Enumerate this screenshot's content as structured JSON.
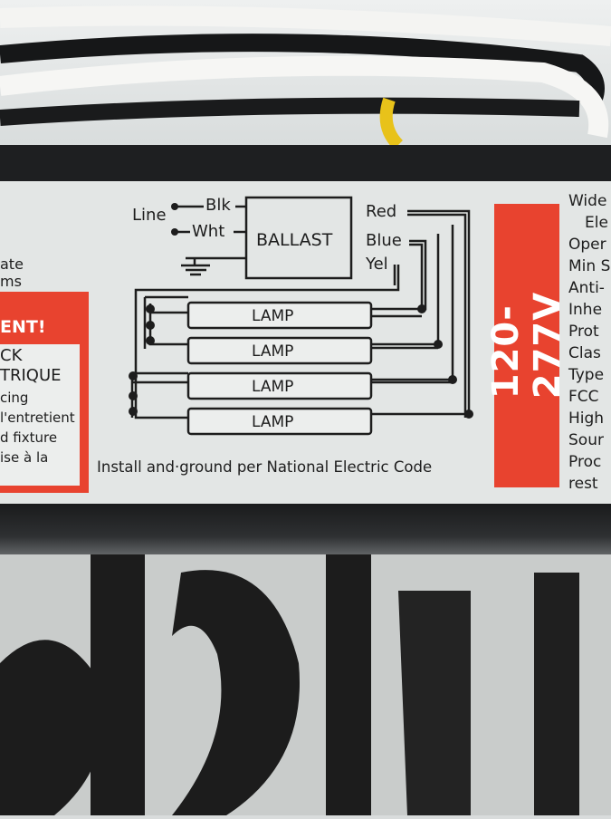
{
  "diagram": {
    "line": "Line",
    "blk": "Blk",
    "wht": "Wht",
    "ballast": "BALLAST",
    "red": "Red",
    "blue": "Blue",
    "yel": "Yel",
    "lamps": [
      "LAMP",
      "LAMP",
      "LAMP",
      "LAMP"
    ],
    "footer": "Install and·ground per National Electric Code"
  },
  "voltage": "120-277V",
  "left_text": {
    "line1": "ate",
    "line2": "ms",
    "warn_title": "ENT!",
    "warn_lines": [
      "CK",
      "TRIQUE",
      "cing",
      "l'entretient",
      "d fixture",
      "ise à la"
    ]
  },
  "right_specs": [
    "Wide",
    "Ele",
    "Oper",
    "Min S",
    "Anti-",
    "Inhe",
    "Prot",
    "Clas",
    "Type",
    "FCC",
    "High",
    "Sour",
    "Proc",
    "rest"
  ],
  "colors": {
    "label_red": "#e8432f",
    "label_bg": "#e3e6e5",
    "casing": "#1e1f21"
  }
}
